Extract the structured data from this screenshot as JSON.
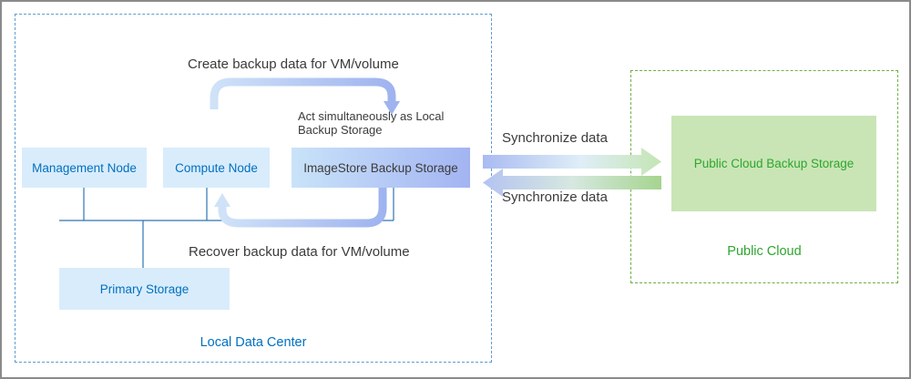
{
  "local_data_center": {
    "label": "Local Data Center",
    "management_node": "Management Node",
    "compute_node": "Compute Node",
    "imagestore": "ImageStore Backup Storage",
    "primary_storage": "Primary Storage",
    "create_backup_label": "Create backup data for VM/volume",
    "act_label": "Act simultaneously as Local Backup Storage",
    "recover_label": "Recover backup data for VM/volume"
  },
  "sync": {
    "to_cloud_label": "Synchronize data",
    "from_cloud_label": "Synchronize data"
  },
  "public_cloud": {
    "label": "Public Cloud",
    "backup_storage": "Public Cloud Backup Storage"
  },
  "colors": {
    "blue_text": "#0070C0",
    "green_text": "#2EA62E",
    "node_fill": "#D9ECFB",
    "imagestore_gradient_start": "#C9E3F9",
    "imagestore_gradient_end": "#A3B4F2",
    "cloud_fill": "#C9E5B5",
    "dc_border": "#5B9BD5",
    "cloud_border": "#6FAF46",
    "bus_line": "#2E74B5"
  }
}
